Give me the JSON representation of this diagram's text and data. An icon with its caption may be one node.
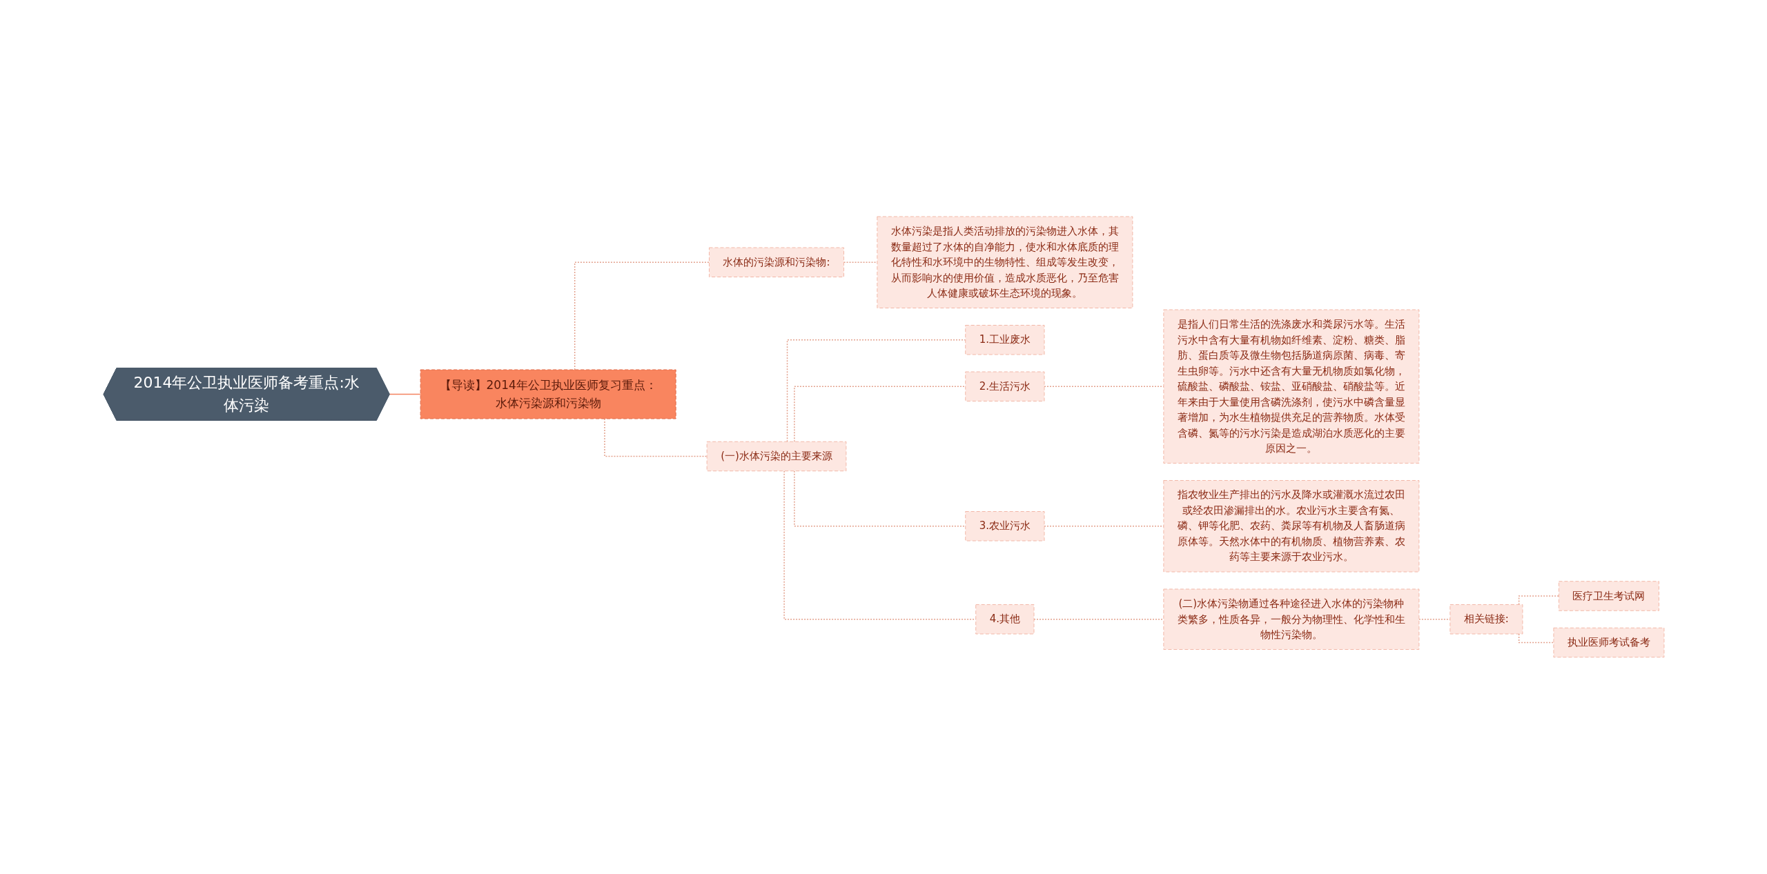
{
  "diagram": {
    "nodes": [
      {
        "text": [
          "2014年公卫执业医师备考重点:水体污染"
        ]
      },
      {
        "text": [
          "【导读】2014年公卫执业医师复习重点：水体污染源和污染物"
        ]
      },
      {
        "text": [
          "水体的污染源和污染物:"
        ]
      },
      {
        "text": [
          "水体污染是指人类活动排放的污染物进入水体，其数量超过了水体的自净能力，使水和水体底质的理化特性和水环境中的生物特性、组成等发生改变，从而影响水的使用价值，造成水质恶化，乃至危害人体健康或破坏生态环境的现象。"
        ]
      },
      {
        "text": [
          "(一)水体污染的主要来源"
        ]
      },
      {
        "text": [
          "1.工业废水"
        ]
      },
      {
        "text": [
          "2.生活污水"
        ]
      },
      {
        "text": [
          "是指人们日常生活的洗涤废水和粪尿污水等。生活污水中含有大量有机物如纤维素、淀粉、糖类、脂肪、蛋白质等及微生物包括肠道病原菌、病毒、寄生虫卵等。污水中还含有大量无机物质如氯化物，硫酸盐、磷酸盐、铵盐、亚硝酸盐、硝酸盐等。近年来由于大量使用含磷洗涤剂，使污水中磷含量显著增加，为水生植物提供充足的营养物质。水体受含磷、氮等的污水污染是造成湖泊水质恶化的主要原因之一。"
        ]
      },
      {
        "text": [
          "3.农业污水"
        ]
      },
      {
        "text": [
          "指农牧业生产排出的污水及降水或灌溉水流过农田或经农田渗漏排出的水。农业污水主要含有氮、磷、钾等化肥、农药、粪尿等有机物及人畜肠道病原体等。天然水体中的有机物质、植物营养素、农药等主要来源于农业污水。"
        ]
      },
      {
        "text": [
          "4.其他"
        ]
      },
      {
        "text": [
          "(二)水体污染物通过各种途径进入水体的污染物种类繁多，性质各异，一般分为物理性、化学性和生物性污染物。"
        ]
      },
      {
        "text": [
          "相关链接:"
        ]
      },
      {
        "text": [
          "医疗卫生考试网"
        ]
      },
      {
        "text": [
          "执业医师考试备考"
        ]
      }
    ],
    "edges": [
      {
        "from": 0,
        "to": 1,
        "arrow": "none",
        "color": "#f4835f"
      },
      {
        "from": 1,
        "to": 2,
        "arrow": "none",
        "style": "dashed"
      },
      {
        "from": 2,
        "to": 3,
        "arrow": "none",
        "style": "dashed"
      },
      {
        "from": 1,
        "to": 4,
        "arrow": "none",
        "style": "dashed"
      },
      {
        "from": 4,
        "to": 5,
        "arrow": "none",
        "style": "dashed"
      },
      {
        "from": 4,
        "to": 6,
        "arrow": "none",
        "style": "dashed"
      },
      {
        "from": 6,
        "to": 7,
        "arrow": "none",
        "style": "dashed"
      },
      {
        "from": 4,
        "to": 8,
        "arrow": "none",
        "style": "dashed"
      },
      {
        "from": 8,
        "to": 9,
        "arrow": "none",
        "style": "dashed"
      },
      {
        "from": 4,
        "to": 10,
        "arrow": "none",
        "style": "dashed"
      },
      {
        "from": 10,
        "to": 11,
        "arrow": "none",
        "style": "dashed"
      },
      {
        "from": 11,
        "to": 12,
        "arrow": "none",
        "style": "dashed"
      },
      {
        "from": 12,
        "to": 13,
        "arrow": "none",
        "style": "dashed"
      },
      {
        "from": 12,
        "to": 14,
        "arrow": "none",
        "style": "dashed"
      }
    ]
  }
}
